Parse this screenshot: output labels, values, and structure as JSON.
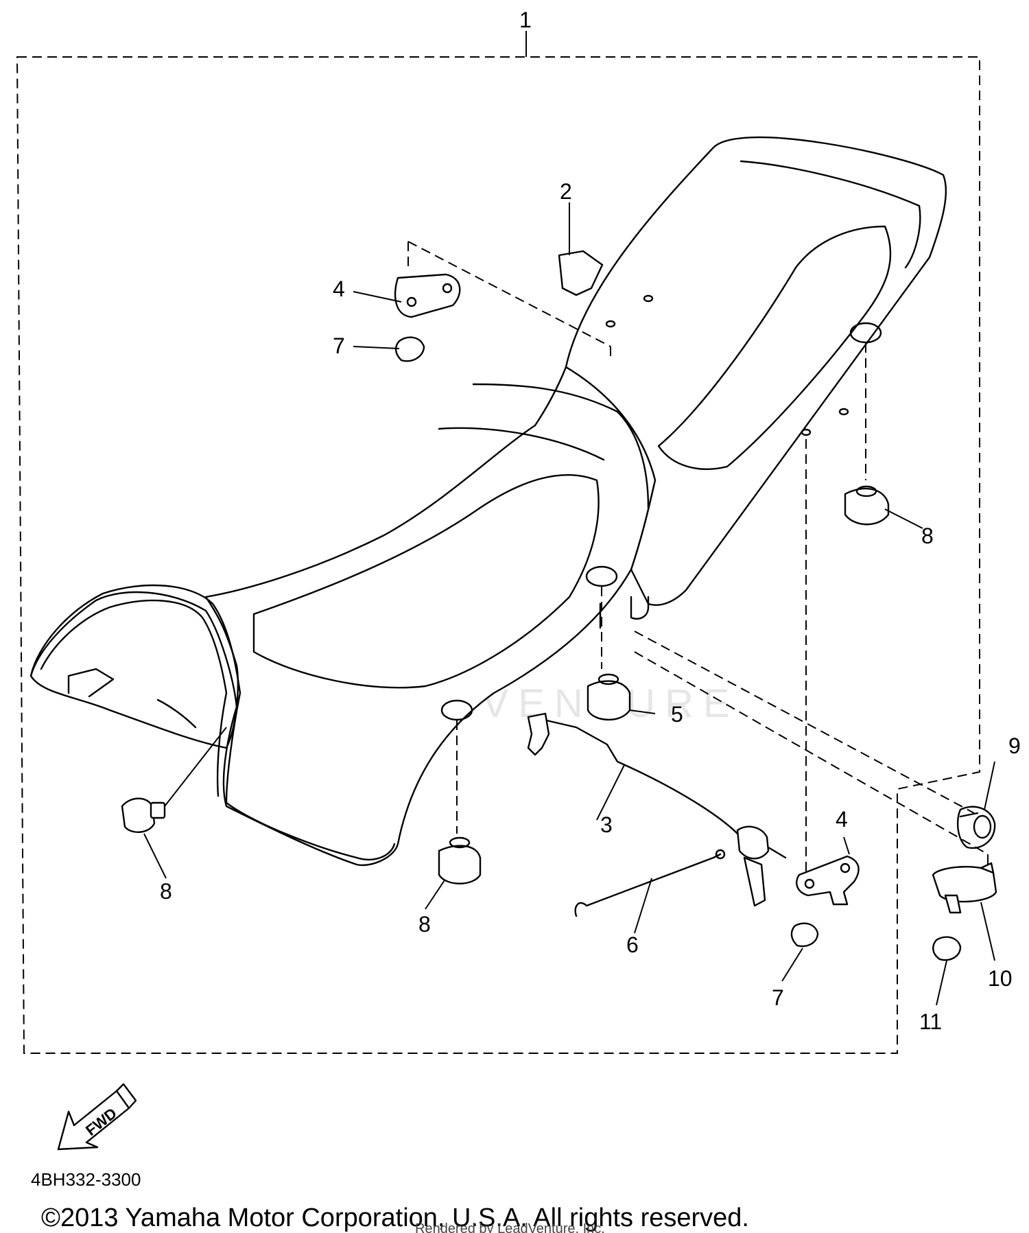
{
  "callouts": {
    "c1": "1",
    "c2": "2",
    "c3": "3",
    "c4a": "4",
    "c4b": "4",
    "c5": "5",
    "c6": "6",
    "c7a": "7",
    "c7b": "7",
    "c8a": "8",
    "c8b": "8",
    "c8c": "8",
    "c9": "9",
    "c10": "10",
    "c11": "11"
  },
  "fwd_label": "FWD",
  "diagram_code": "4BH332-3300",
  "copyright": "©2013 Yamaha Motor Corporation, U.S.A. All rights reserved.",
  "rendered_by": "Rendered by LeadVenture, Inc.",
  "watermark": "LEADVENTURE"
}
